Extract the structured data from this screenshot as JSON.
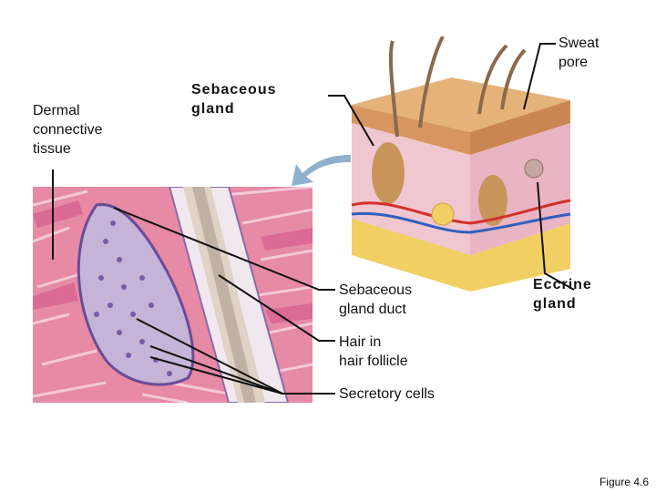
{
  "labels": {
    "sweat_pore": [
      "Sweat",
      "pore"
    ],
    "sebaceous_gland": [
      "Sebaceous",
      "gland"
    ],
    "dermal_connective_tissue": [
      "Dermal",
      "connective",
      "tissue"
    ],
    "sebaceous_gland_duct": [
      "Sebaceous",
      "gland duct"
    ],
    "eccrine_gland": [
      "Eccrine",
      "gland"
    ],
    "hair_in_follicle": [
      "Hair in",
      "hair follicle"
    ],
    "secretory_cells": [
      "Secretory cells"
    ]
  },
  "caption": "Figure 4.6",
  "colors": {
    "tissue_pink": "#d9669a",
    "gland_lavender": "#c9b6dc",
    "epidermis_tan": "#e5b27a",
    "dermis_pink": "#f0c7d0",
    "fat_yellow": "#f2cf62",
    "artery_red": "#d4302a",
    "vein_blue": "#2f5fbf",
    "leader_line": "#111111",
    "arrow_blue": "#8fb0cc"
  }
}
